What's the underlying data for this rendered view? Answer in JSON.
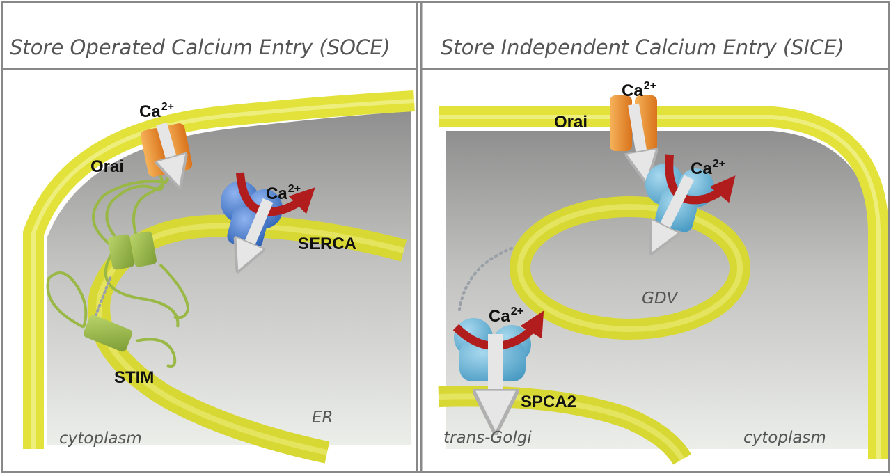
{
  "panels": {
    "soce": {
      "title": "Store Operated Calcium Entry (SOCE)",
      "labels": {
        "orai": "Orai",
        "serca": "SERCA",
        "stim": "STIM",
        "er": "ER",
        "cytoplasm": "cytoplasm"
      },
      "ions": [
        {
          "base": "Ca",
          "charge": "2+"
        },
        {
          "base": "Ca",
          "charge": "2+"
        }
      ]
    },
    "sice": {
      "title": "Store Independent Calcium Entry (SICE)",
      "labels": {
        "orai": "Orai",
        "spca2": "SPCA2",
        "gdv": "GDV",
        "trans_golgi": "trans-Golgi",
        "cytoplasm": "cytoplasm"
      },
      "ions": [
        {
          "base": "Ca",
          "charge": "2+"
        },
        {
          "base": "Ca",
          "charge": "2+"
        },
        {
          "base": "Ca",
          "charge": "2+"
        }
      ]
    }
  },
  "colors": {
    "membrane": "#e2e23a",
    "orai": "#ee8a2a",
    "stim": "#9ab845",
    "serca": "#4a7fd0",
    "spca2": "#6bb4d6",
    "ion_arrow_red": "#b11c1c",
    "flow_arrow": "#e4e4e4",
    "frame": "#888888"
  },
  "icons": [
    "orai-channel-icon",
    "stim-protein-icon",
    "serca-pump-icon",
    "spca2-pump-icon",
    "calcium-flow-arrow-icon"
  ]
}
